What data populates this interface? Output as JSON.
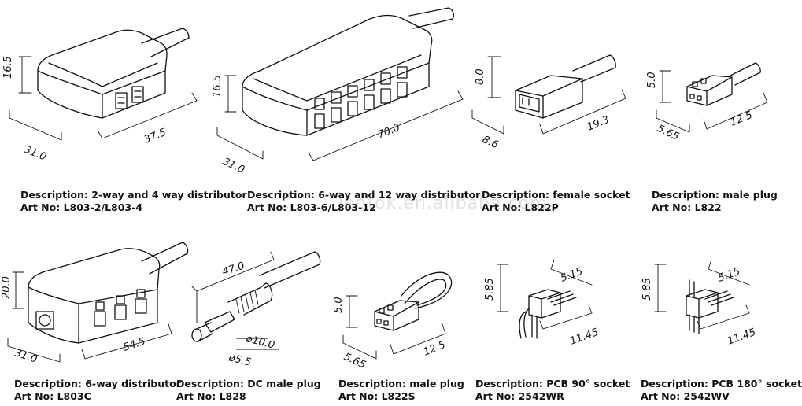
{
  "watermark": "ledtok.en.alibaba.com",
  "products": [
    {
      "description": "Description: 2-way and 4 way distributor",
      "art_no": "Art No: L803-2/L803-4",
      "dims": [
        "16.5",
        "31.0",
        "37.5"
      ]
    },
    {
      "description": "Description: 6-way and 12 way distributor",
      "art_no": "Art No: L803-6/L803-12",
      "dims": [
        "16.5",
        "31.0",
        "70.0"
      ]
    },
    {
      "description": "Description: female socket",
      "art_no": "Art No: L822P",
      "dims": [
        "8.0",
        "8.6",
        "19.3"
      ]
    },
    {
      "description": "Description: male plug",
      "art_no": "Art No: L822",
      "dims": [
        "5.0",
        "5.65",
        "12.5"
      ]
    },
    {
      "description": "Description: 6-way distributor",
      "art_no": "Art No: L803C",
      "dims": [
        "20.0",
        "31.0",
        "54.5"
      ]
    },
    {
      "description": "Description: DC male plug",
      "art_no": "Art No: L828",
      "dims": [
        "47.0",
        "ø10.0",
        "ø5.5"
      ]
    },
    {
      "description": "Description: male plug",
      "art_no": "Art No: L822S",
      "dims": [
        "5.0",
        "5.65",
        "12.5"
      ]
    },
    {
      "description": "Description: PCB 90° socket",
      "art_no": "Art No: 2542WR",
      "dims": [
        "5.85",
        "5.15",
        "11.45"
      ]
    },
    {
      "description": "Description: PCB 180° socket",
      "art_no": "Art No: 2542WV",
      "dims": [
        "5.85",
        "5.15",
        "11.45"
      ]
    }
  ]
}
